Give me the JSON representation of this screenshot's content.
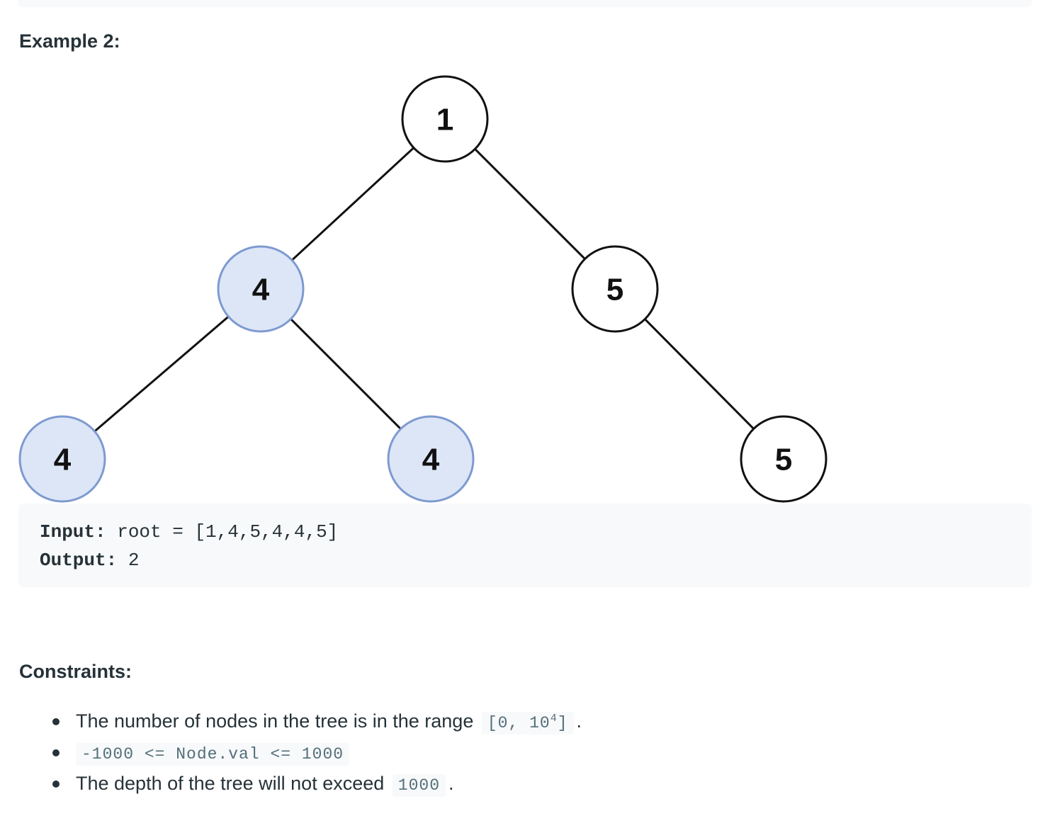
{
  "example": {
    "heading": "Example 2:"
  },
  "tree": {
    "highlight_fill": "#dce6f7",
    "highlight_stroke": "#7e9ad0",
    "plain_fill": "#ffffff",
    "plain_stroke": "#111111",
    "nodes": [
      {
        "id": "n1",
        "value": "1",
        "highlighted": false
      },
      {
        "id": "n2",
        "value": "4",
        "highlighted": true
      },
      {
        "id": "n3",
        "value": "5",
        "highlighted": false
      },
      {
        "id": "n4",
        "value": "4",
        "highlighted": true
      },
      {
        "id": "n5",
        "value": "4",
        "highlighted": true
      },
      {
        "id": "n6",
        "value": "5",
        "highlighted": false
      }
    ],
    "edges": [
      [
        "n1",
        "n2"
      ],
      [
        "n1",
        "n3"
      ],
      [
        "n2",
        "n4"
      ],
      [
        "n2",
        "n5"
      ],
      [
        "n3",
        "n6"
      ]
    ]
  },
  "io": {
    "input_key": "Input:",
    "input_value": " root = [1,4,5,4,4,5]",
    "output_key": "Output:",
    "output_value": " 2"
  },
  "constraints": {
    "heading": "Constraints:",
    "items": [
      {
        "text": "The number of nodes in the tree is in the range",
        "code_before": "[0, 10",
        "code_sup": "4",
        "code_after": "]",
        "suffix": "."
      },
      {
        "code": "-1000 <= Node.val <= 1000"
      },
      {
        "text": "The depth of the tree will not exceed",
        "code": "1000",
        "suffix": "."
      }
    ]
  }
}
